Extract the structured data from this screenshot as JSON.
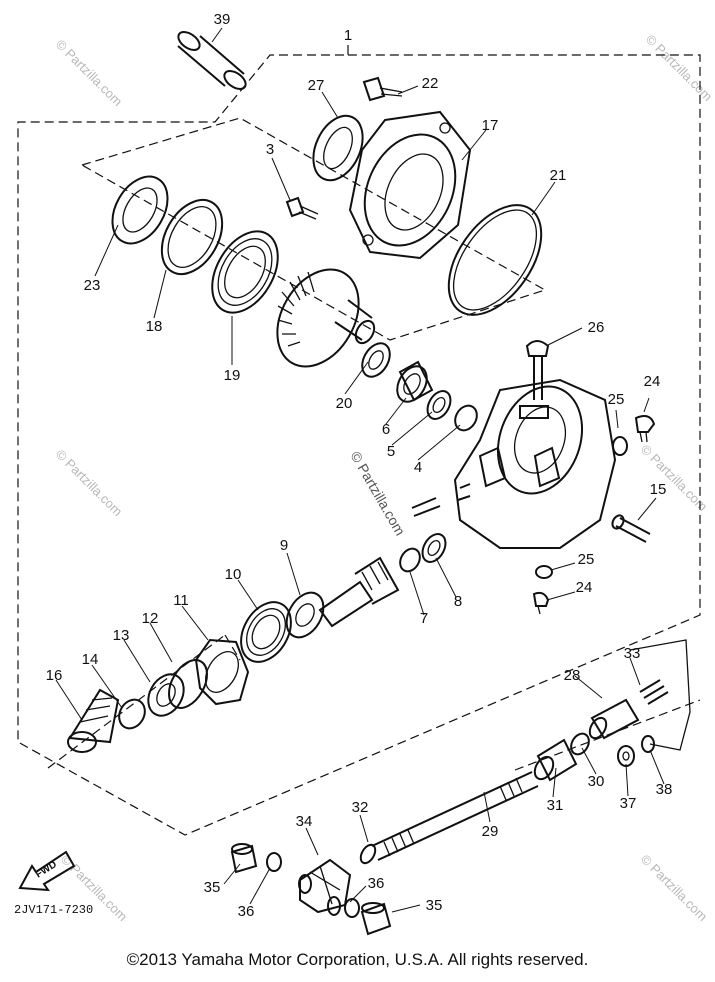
{
  "diagram_code": "2JV171-7230",
  "fwd_label": "FWD",
  "watermark": "© Partzilla.com",
  "copyright": "©2013  Yamaha Motor Corporation, U.S.A. All rights reserved.",
  "callouts": [
    "1",
    "3",
    "4",
    "5",
    "6",
    "7",
    "8",
    "9",
    "10",
    "11",
    "12",
    "13",
    "14",
    "15",
    "16",
    "17",
    "18",
    "19",
    "20",
    "21",
    "22",
    "23",
    "24",
    "24",
    "25",
    "25",
    "26",
    "27",
    "28",
    "29",
    "30",
    "31",
    "32",
    "33",
    "34",
    "35",
    "35",
    "36",
    "36",
    "37",
    "38",
    "39"
  ]
}
